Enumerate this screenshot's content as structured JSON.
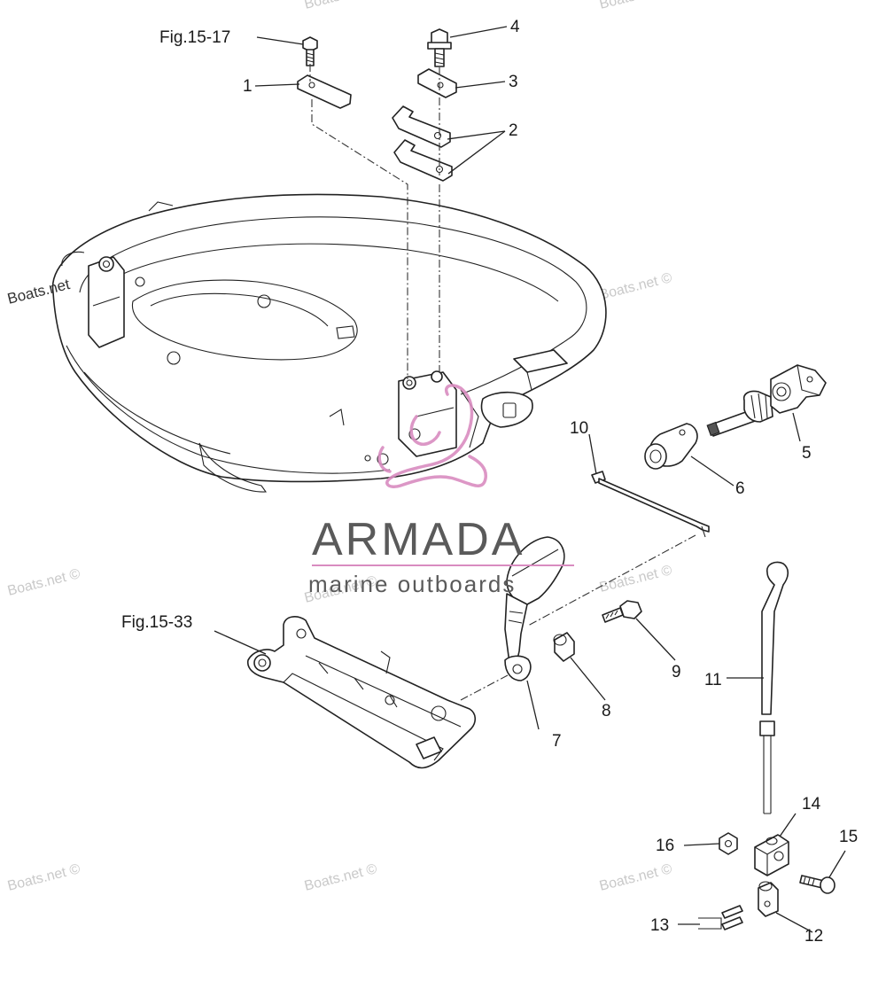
{
  "watermarks": {
    "site": "Boats.net",
    "site_copy": "Boats.net ©"
  },
  "logo": {
    "name": "ARMADA",
    "tagline": "marine outboards",
    "accent_color": "#d98cc0",
    "text_color": "#5a5a5a"
  },
  "references": {
    "fig_15_17": "Fig.15-17",
    "fig_15_33": "Fig.15-33"
  },
  "callouts": {
    "c1": "1",
    "c2": "2",
    "c3": "3",
    "c4": "4",
    "c5": "5",
    "c6": "6",
    "c7": "7",
    "c8": "8",
    "c9": "9",
    "c10": "10",
    "c11": "11",
    "c12": "12",
    "c13": "13",
    "c14": "14",
    "c15": "15",
    "c16": "16"
  }
}
